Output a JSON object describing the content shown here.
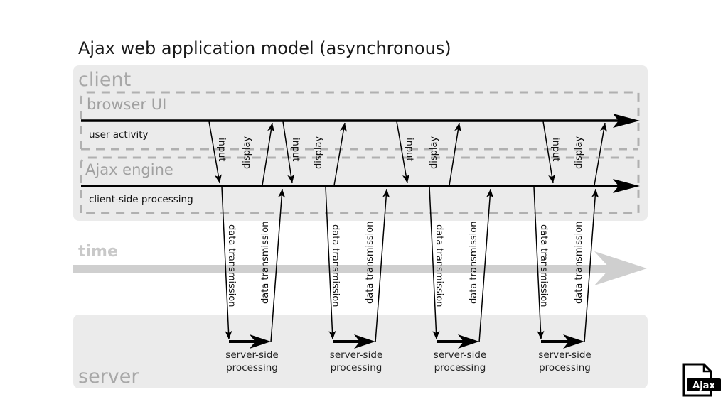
{
  "title": "Ajax web application model (asynchronous)",
  "regions": {
    "client": "client",
    "browser_ui": "browser UI",
    "ajax_engine": "Ajax engine",
    "server": "server",
    "time": "time"
  },
  "lanes": {
    "user_activity": "user activity",
    "client_processing": "client-side processing"
  },
  "labels": {
    "input": "input",
    "display": "display",
    "data_transmission": "data transmission",
    "server_processing_line1": "server-side",
    "server_processing_line2": "processing"
  },
  "cycles": [
    {
      "id": 1
    },
    {
      "id": 2
    },
    {
      "id": 3
    },
    {
      "id": 4
    }
  ],
  "logo": {
    "text": "Ajax",
    "icon": "file-icon"
  },
  "colors": {
    "panel": "#ebebeb",
    "dash": "#b0b0b0",
    "line": "#000000",
    "time_arrow": "#cfcfcf"
  }
}
